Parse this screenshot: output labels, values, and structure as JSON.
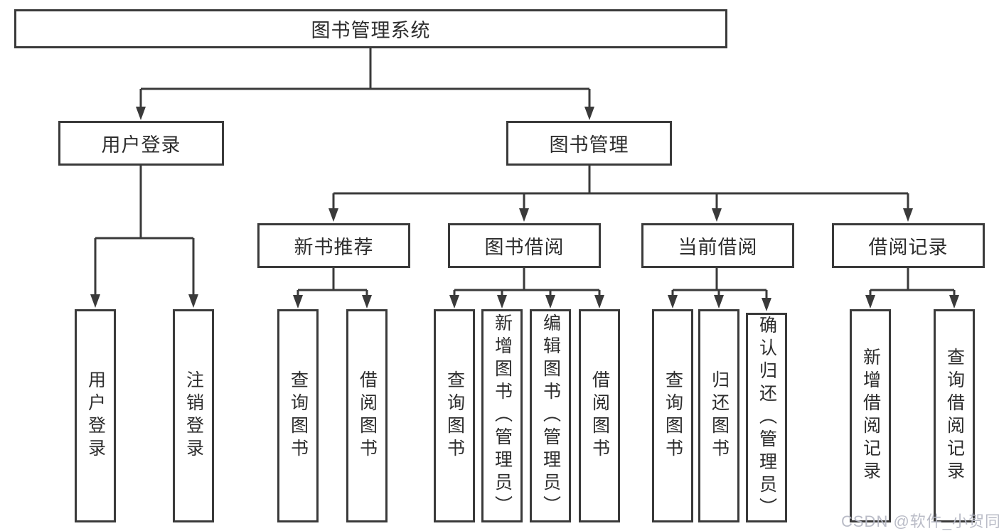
{
  "title": "图书管理系统",
  "colors": {
    "line": "#3a3a3a",
    "box_border": "#3a3a3a",
    "text": "#2d2d2d",
    "background": "#ffffff",
    "watermark": "#b6b8c4"
  },
  "nodes": {
    "root": "图书管理系统",
    "user_login": "用户登录",
    "book_mgmt": "图书管理",
    "new_books": "新书推荐",
    "book_borrow": "图书借阅",
    "current_borrow": "当前借阅",
    "borrow_records": "借阅记录"
  },
  "leaves": {
    "user_login": [
      "用户登录",
      "注销登录"
    ],
    "new_books": [
      "查询图书",
      "借阅图书"
    ],
    "book_borrow": [
      "查询图书",
      "新增图书（管理员）",
      "编辑图书（管理员）",
      "借阅图书"
    ],
    "current_borrow": [
      "查询图书",
      "归还图书",
      "确认归还（管理员）"
    ],
    "borrow_records": [
      "新增借阅记录",
      "查询借阅记录"
    ]
  },
  "hierarchy": {
    "图书管理系统": {
      "用户登录": [
        "用户登录",
        "注销登录"
      ],
      "图书管理": {
        "新书推荐": [
          "查询图书",
          "借阅图书"
        ],
        "图书借阅": [
          "查询图书",
          "新增图书（管理员）",
          "编辑图书（管理员）",
          "借阅图书"
        ],
        "当前借阅": [
          "查询图书",
          "归还图书",
          "确认归还（管理员）"
        ],
        "借阅记录": [
          "新增借阅记录",
          "查询借阅记录"
        ]
      }
    }
  },
  "watermark": "CSDN @软件_小贺同学"
}
